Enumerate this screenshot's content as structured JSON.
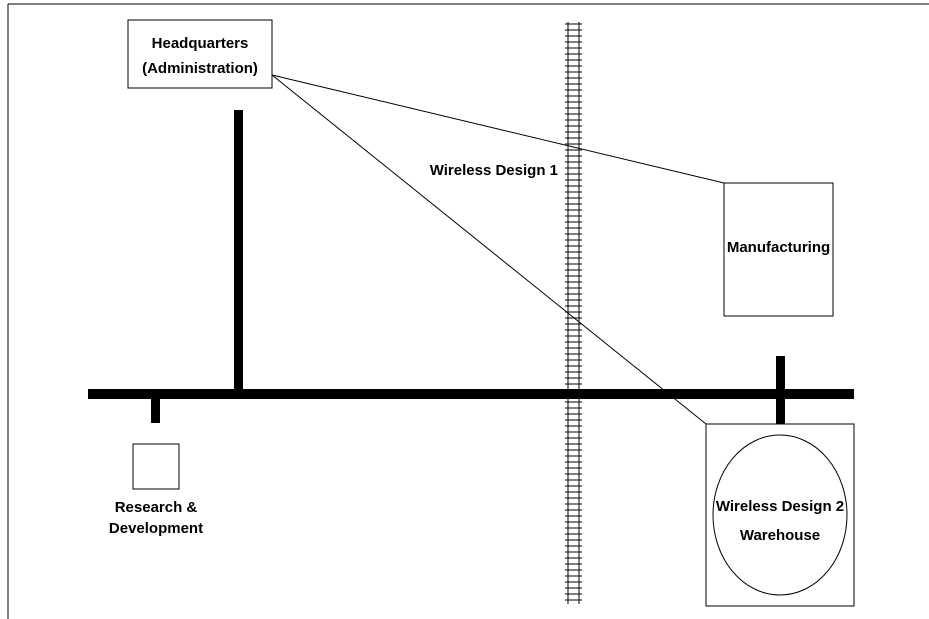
{
  "diagram": {
    "labels": {
      "headquarters_line1": "Headquarters",
      "headquarters_line2": "(Administration)",
      "wireless_design_1": "Wireless Design 1",
      "manufacturing": "Manufacturing",
      "research_line1": "Research &",
      "research_line2": "Development",
      "wireless_design_2": "Wireless Design 2",
      "warehouse": "Warehouse"
    },
    "colors": {
      "ink": "#000000",
      "background": "#ffffff"
    }
  }
}
